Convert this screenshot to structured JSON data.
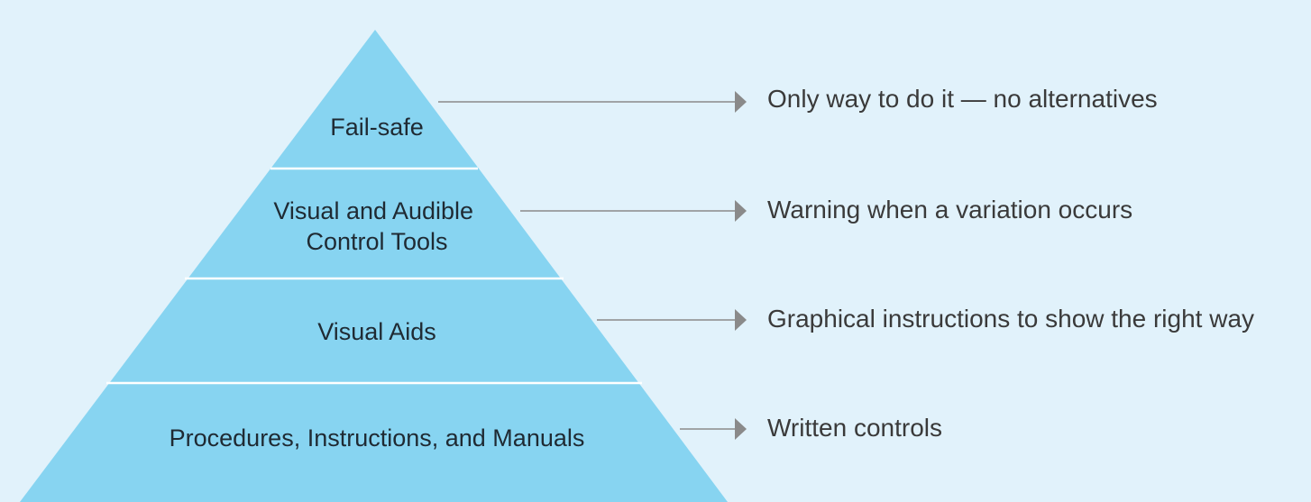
{
  "colors": {
    "background": "#e1f2fb",
    "pyramid_fill": "#87d4f1",
    "divider": "#ffffff",
    "connector": "#8a8a8a",
    "tier_text": "#1f2a33",
    "description_text": "#3a3a3a"
  },
  "tiers": [
    {
      "label_lines": [
        "Fail-safe"
      ],
      "description": "Only way to do it — no alternatives"
    },
    {
      "label_lines": [
        "Visual and Audible",
        "Control Tools"
      ],
      "description": "Warning when a variation occurs"
    },
    {
      "label_lines": [
        "Visual Aids"
      ],
      "description": "Graphical instructions to show the right way"
    },
    {
      "label_lines": [
        "Procedures, Instructions, and Manuals"
      ],
      "description": "Written controls"
    }
  ]
}
